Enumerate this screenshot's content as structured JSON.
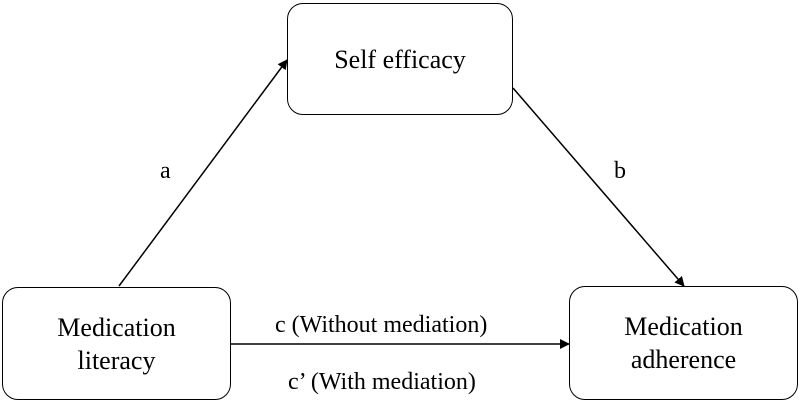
{
  "diagram": {
    "nodes": {
      "mediator": {
        "line1": "Self efficacy"
      },
      "predictor": {
        "line1": "Medication",
        "line2": "literacy"
      },
      "outcome": {
        "line1": "Medication",
        "line2": "adherence"
      }
    },
    "edges": {
      "a": {
        "label": "a",
        "from": "predictor",
        "to": "mediator"
      },
      "b": {
        "label": "b",
        "from": "mediator",
        "to": "outcome"
      },
      "c": {
        "label": "c (Without mediation)",
        "label_prime": "c’ (With mediation)",
        "from": "predictor",
        "to": "outcome"
      }
    },
    "colors": {
      "stroke": "#000000",
      "background": "#ffffff"
    }
  }
}
